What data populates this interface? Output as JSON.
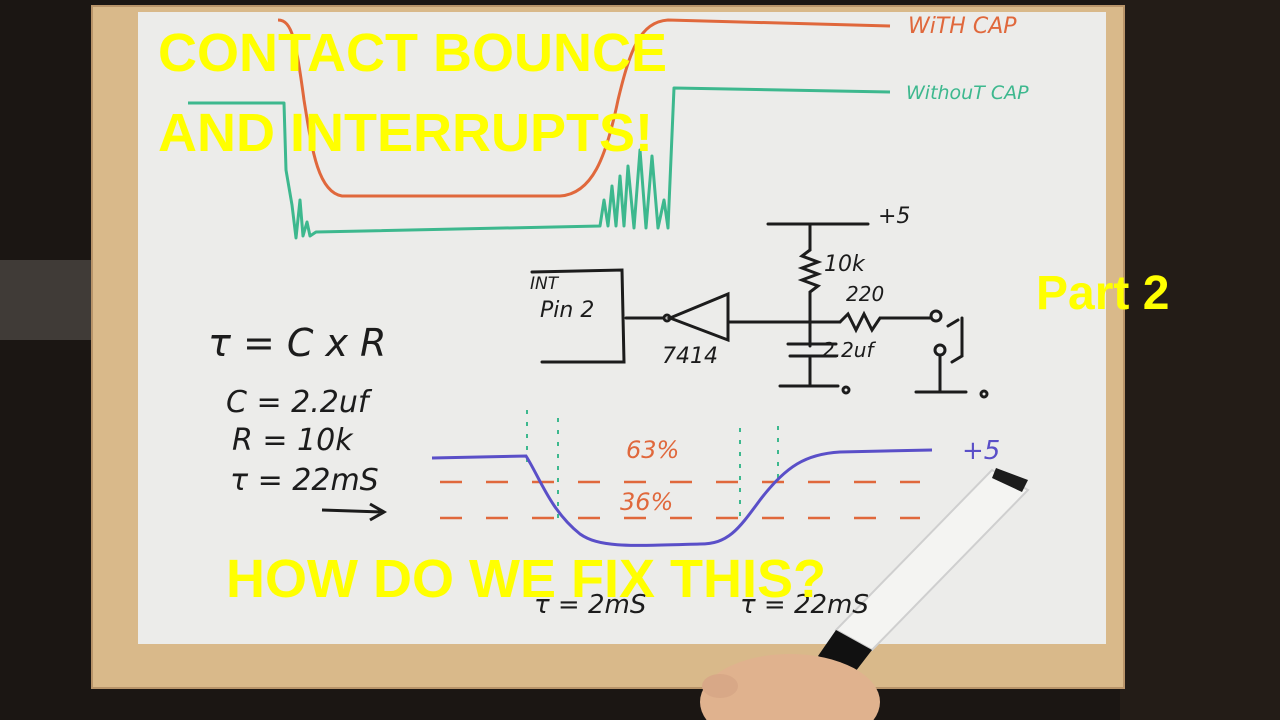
{
  "overlay": {
    "title_line1": "CONTACT BOUNCE",
    "title_line2": "AND INTERRUPTS!",
    "part": "Part 2",
    "question": "HOW DO WE FIX THIS?"
  },
  "board": {
    "legend_with_cap": "WiTH CAP",
    "legend_without_cap": "WithouT CAP",
    "supply_top": "+5",
    "resistor_pullup": "10k",
    "resistor_series": "220",
    "capacitor": "2.2uf",
    "int_label_line1": "INT",
    "int_label_line2": "Pin 2",
    "ic_label": "7414",
    "formula": "τ = C x R",
    "c_value": "C = 2.2uf",
    "r_value": "R = 10k",
    "tau_value": "τ = 22mS",
    "pct_high": "63%",
    "pct_low": "36%",
    "waveform_supply": "+5",
    "tau_short": "τ = 2mS",
    "tau_long": "τ = 22mS"
  },
  "colors": {
    "overlay_text": "#ffff00",
    "orange_trace": "#e0683c",
    "green_trace": "#3db88e",
    "purple_trace": "#5a4fc8"
  }
}
